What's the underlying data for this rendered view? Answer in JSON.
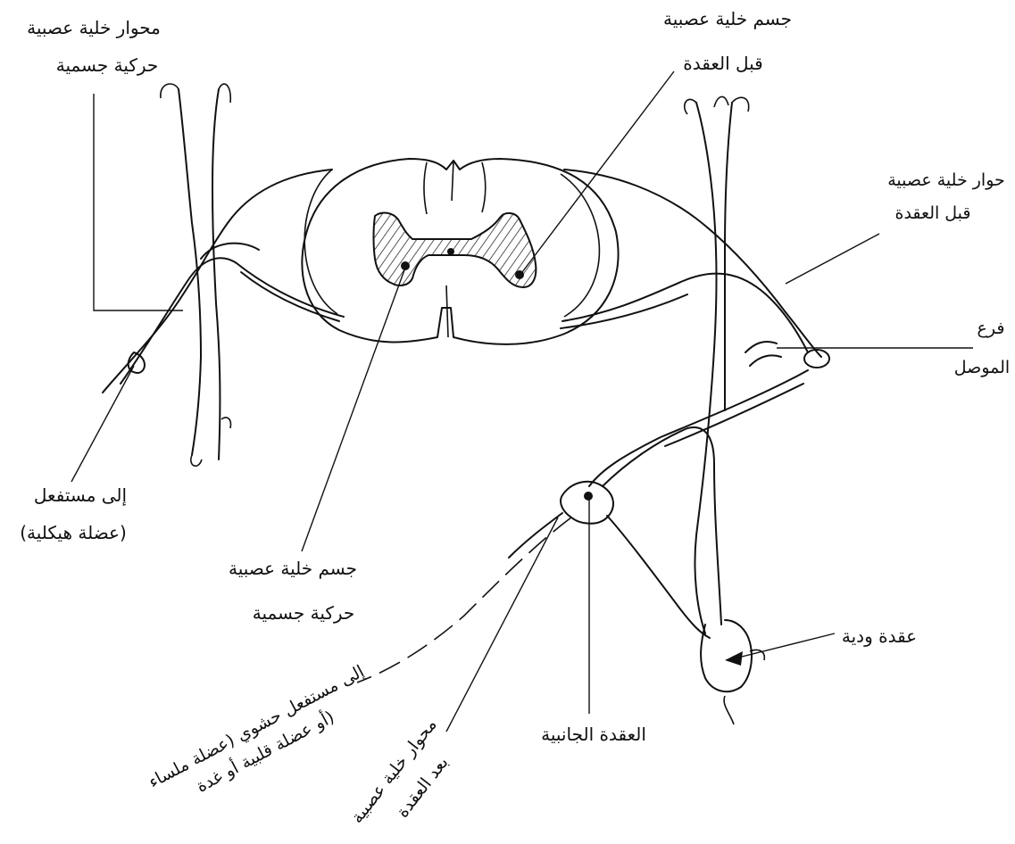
{
  "labels": {
    "somatic_motor_axon_line1": "محوار خلية عصبية",
    "somatic_motor_axon_line2": "حركية جسمية",
    "preganglionic_body_line1": "جسم خلية عصبية",
    "preganglionic_body_line2": "قبل العقدة",
    "preganglionic_axon_line1": "حوار خلية عصبية",
    "preganglionic_axon_line2": "قبل العقدة",
    "communicating_branch_line1": "فرع",
    "communicating_branch_line2": "الموصل",
    "to_effector_line1": "إلى مستفعل",
    "to_effector_line2": "(عضلة هيكلية)",
    "somatic_motor_body_line1": "جسم خلية عصبية",
    "somatic_motor_body_line2": "حركية جسمية",
    "collateral_ganglion": "عقدة ودية",
    "visceral_effector_line1": "إلى مستفعل حشوي (عضلة ملساء",
    "visceral_effector_line2": "أو عضلة قلبية أو غدة)",
    "postganglionic_axon_line1": "محوار خلية عصبية",
    "postganglionic_axon_line2": "بعد العقدة",
    "paravertebral_ganglion": "العقدة الجانبية"
  }
}
